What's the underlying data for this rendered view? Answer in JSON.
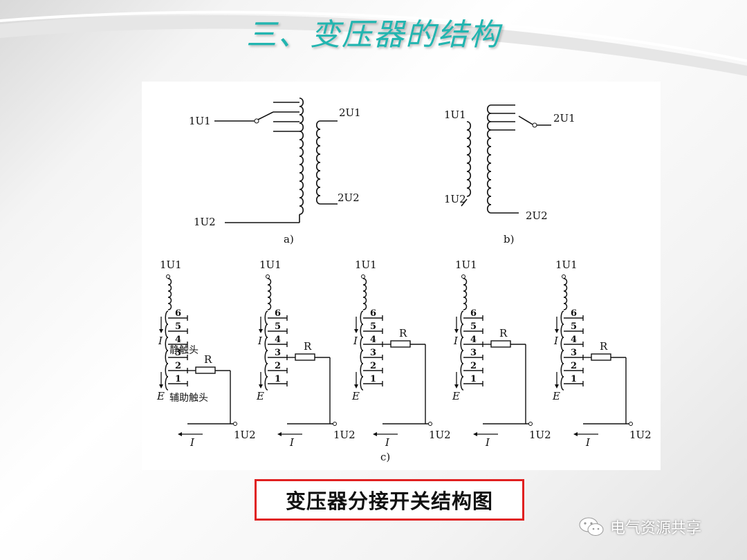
{
  "title": "三、变压器的结构",
  "caption": "变压器分接开关结构图",
  "watermark": "电气资源共享",
  "colors": {
    "title": "#22b5b0",
    "caption_border": "#e02020"
  },
  "icons": {
    "watermark": "wechat-icon"
  },
  "diagram_a": {
    "label": "a)",
    "terminals": [
      "1U1",
      "1U2",
      "2U1",
      "2U2"
    ]
  },
  "diagram_b": {
    "label": "b)",
    "terminals": [
      "1U1",
      "1U2",
      "2U1",
      "2U2"
    ]
  },
  "diagram_c": {
    "label": "c)",
    "top_terminal": "1U1",
    "bottom_terminal": "1U2",
    "resistor": "R",
    "current": "I",
    "emf": "E",
    "taps": [
      "6",
      "5",
      "4",
      "3",
      "2",
      "1"
    ],
    "static_contact": "静触头",
    "aux_contact": "辅助触头"
  }
}
